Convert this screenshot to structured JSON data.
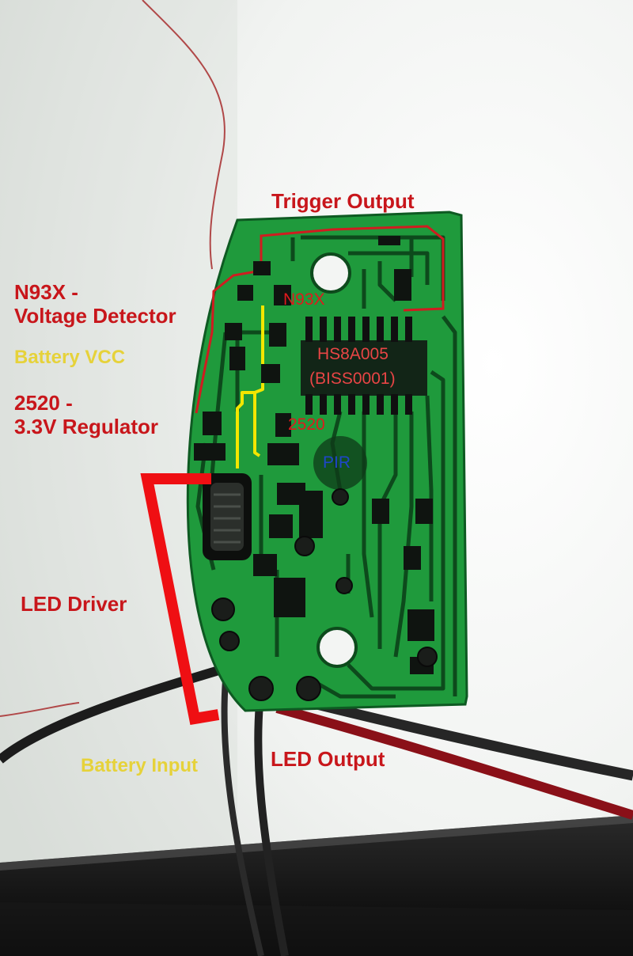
{
  "labels": {
    "trigger_output": "Trigger Output",
    "n93x_line1": "N93X -",
    "n93x_line2": "Voltage Detector",
    "battery_vcc": "Battery VCC",
    "reg_line1": "2520 -",
    "reg_line2": "3.3V Regulator",
    "led_driver": "LED Driver",
    "battery_input": "Battery Input",
    "led_output": "LED Output"
  },
  "board_labels": {
    "n93x": "N93X",
    "ic_line1": "HS8A005",
    "ic_line2": "(BISS0001)",
    "reg": "2520",
    "pir": "PIR"
  },
  "colors": {
    "background": "#eef0ee",
    "pcb": "#1f9a3c",
    "trace": "#0d4a1c",
    "label_red": "#c8161b",
    "label_yellow": "#e6d23a",
    "pir_blue": "#1e46c8"
  }
}
